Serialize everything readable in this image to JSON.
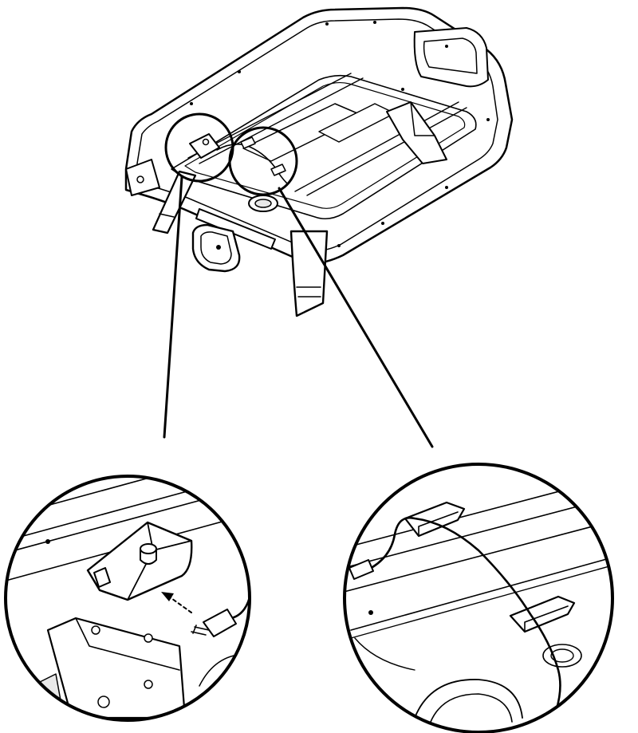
{
  "figure": {
    "background": "#ffffff",
    "line_color": "#000000",
    "callouts": [
      {
        "id": "left",
        "shows": "cable-plug-into-socket"
      },
      {
        "id": "right",
        "shows": "cable-routed-through-clips"
      }
    ]
  }
}
